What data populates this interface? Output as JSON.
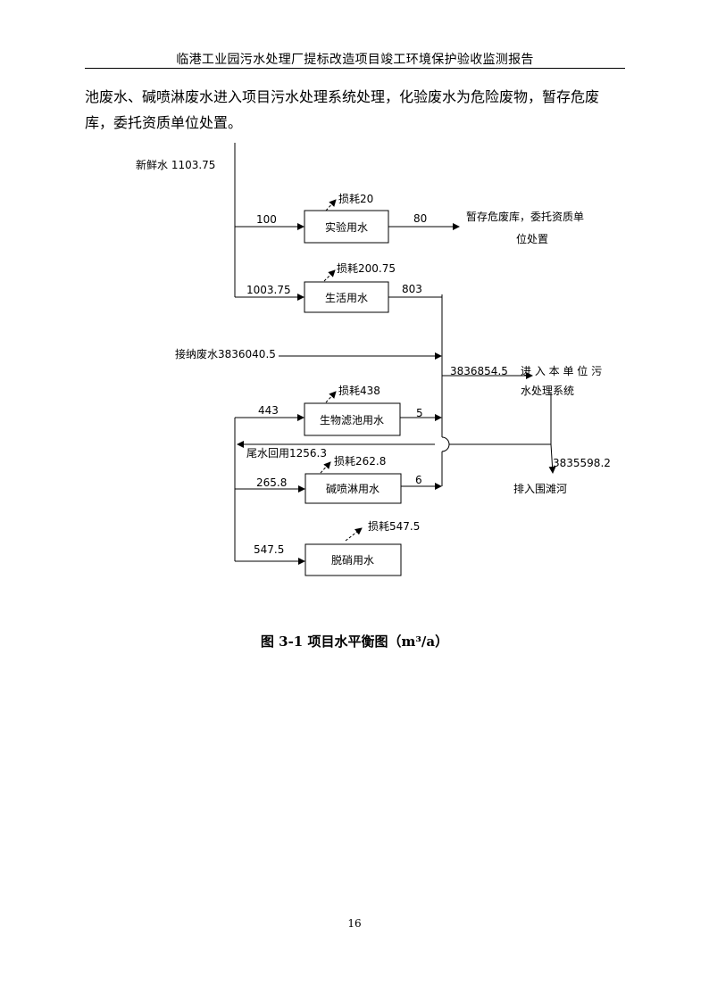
{
  "header": {
    "title": "临港工业园污水处理厂提标改造项目竣工环境保护验收监测报告"
  },
  "body": {
    "paragraph": "池废水、碱喷淋废水进入项目污水处理系统处理，化验废水为危险废物，暂存危废库，委托资质单位处置。"
  },
  "diagram": {
    "fresh_water": "新鲜水  1103.75",
    "lab_in": "100",
    "lab_loss": "损耗20",
    "lab_box": "实验用水",
    "lab_out": "80",
    "lab_dest_1": "暂存危废库，委托资质单",
    "lab_dest_2": "位处置",
    "life_in": "1003.75",
    "life_loss": "损耗200.75",
    "life_box": "生活用水",
    "life_out": "803",
    "received": "接纳废水3836040.5",
    "to_system_value": "3836854.5",
    "system_1": "进 入 本 单 位 污",
    "system_2": "水处理系统",
    "bio_in": "443",
    "bio_loss": "损耗438",
    "bio_box": "生物滤池用水",
    "bio_out": "5",
    "reuse": "尾水回用1256.3",
    "discharge_value": "3835598.2",
    "discharge_dest": "排入围滩河",
    "alk_in": "265.8",
    "alk_loss": "损耗262.8",
    "alk_box": "碱喷淋用水",
    "alk_out": "6",
    "denit_in": "547.5",
    "denit_loss": "损耗547.5",
    "denit_box": "脱硝用水"
  },
  "caption": {
    "label": "图 3-1  项目水平衡图（m³/a）"
  },
  "page": {
    "number": "16"
  }
}
